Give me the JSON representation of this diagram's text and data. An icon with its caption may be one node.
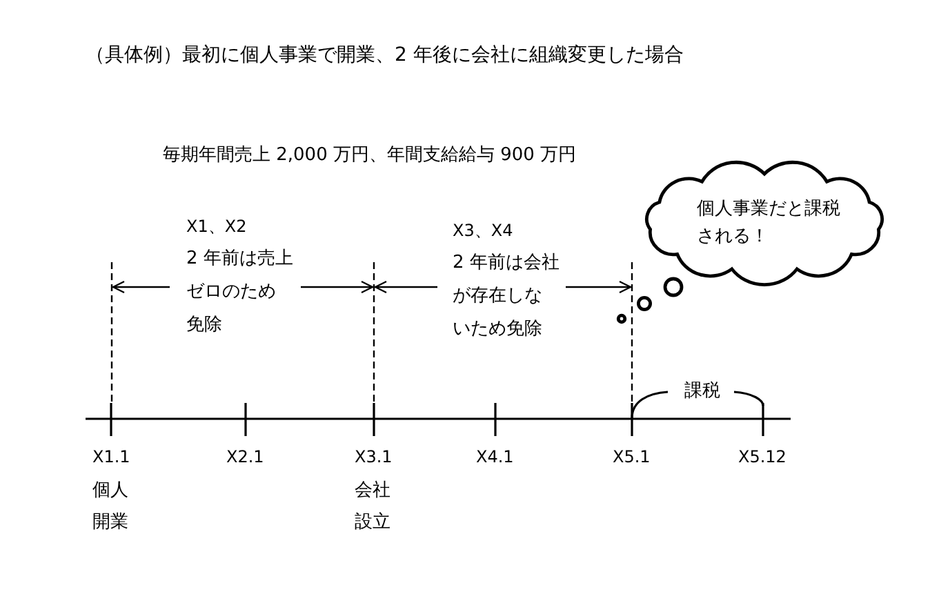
{
  "diagram": {
    "title": "（具体例）最初に個人事業で開業、2 年後に会社に組織変更した場合",
    "nodes": [
      {
        "text": [
          "個人事業だと課税される！"
        ]
      }
    ],
    "labels": [
      "毎期年間売上 2,000 万円、年間支給給与 900 万円",
      "X1、X2",
      "2 年前は売上ゼロのため免除",
      "X3、X4",
      "2 年前は会社が存在しないため免除",
      "課税",
      "X1.1",
      "個人開業",
      "X2.1",
      "X3.1",
      "会社設立",
      "X4.1",
      "X5.1",
      "X5.12"
    ]
  }
}
